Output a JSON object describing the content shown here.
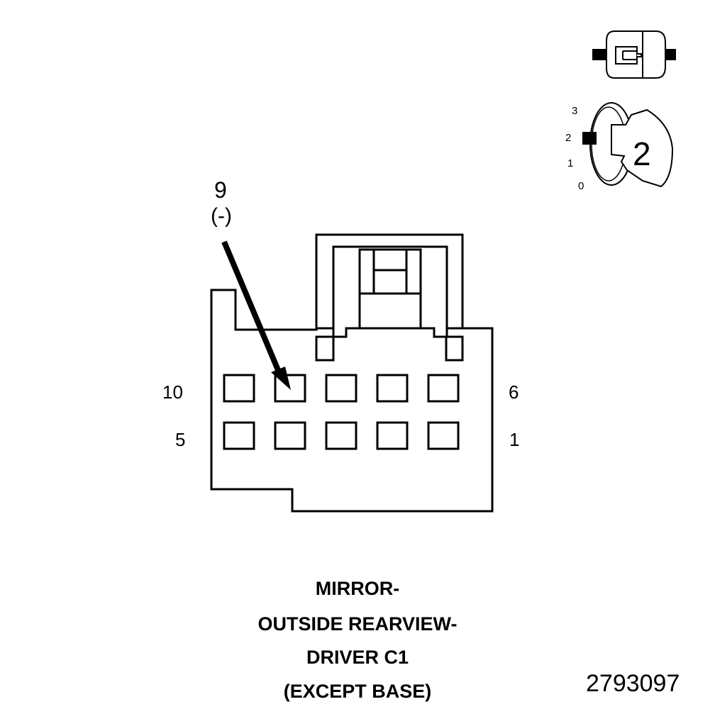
{
  "connector": {
    "pin_callout": {
      "pin_number": "9",
      "polarity": "(-)"
    },
    "row_labels": {
      "top_left": "10",
      "top_right": "6",
      "bottom_left": "5",
      "bottom_right": "1"
    },
    "pin_count": 10
  },
  "view_indicator": {
    "position_scale": [
      "3",
      "2",
      "1",
      "0"
    ],
    "selected_view": "2"
  },
  "caption": {
    "lines": [
      "MIRROR-",
      "OUTSIDE REARVIEW-",
      "DRIVER C1",
      "(EXCEPT BASE)"
    ]
  },
  "figure_id": "2793097"
}
